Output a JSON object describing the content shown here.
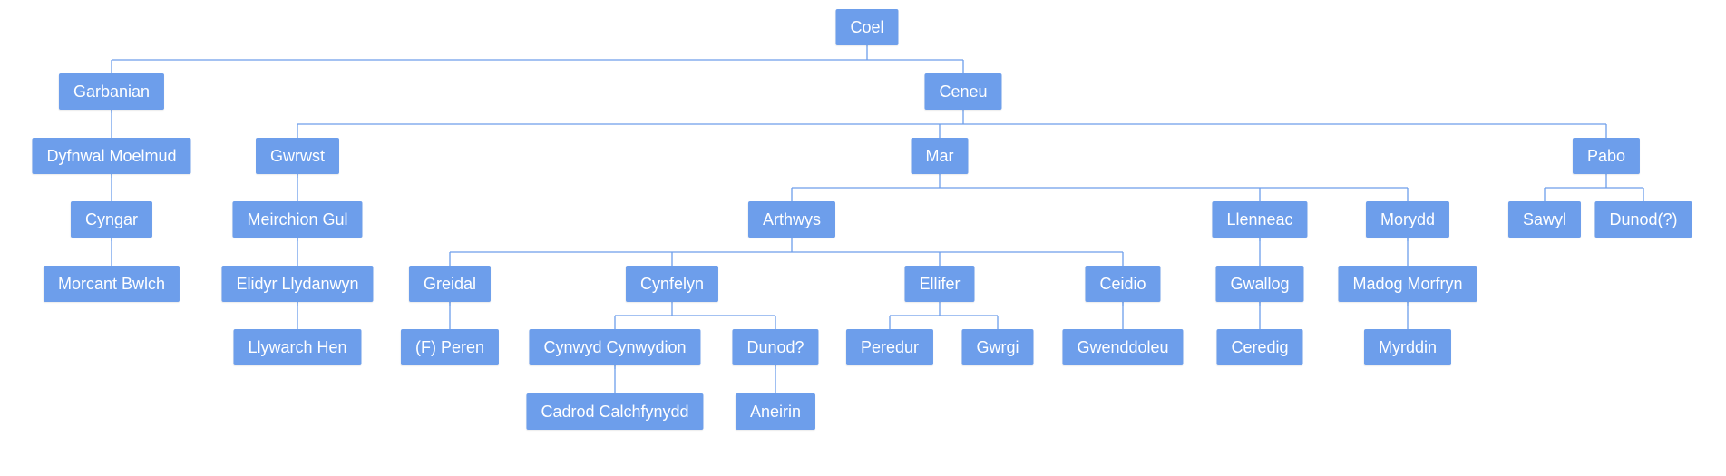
{
  "diagram": {
    "colors": {
      "node_fill": "#6d9eeb",
      "node_text": "#ffffff",
      "connector": "#6d9eeb"
    },
    "nodes": [
      {
        "id": "coel",
        "label": "Coel",
        "parent": null
      },
      {
        "id": "garbanian",
        "label": "Garbanian",
        "parent": "coel"
      },
      {
        "id": "ceneu",
        "label": "Ceneu",
        "parent": "coel"
      },
      {
        "id": "dyfnwal",
        "label": "Dyfnwal Moelmud",
        "parent": "garbanian"
      },
      {
        "id": "cyngar",
        "label": "Cyngar",
        "parent": "dyfnwal"
      },
      {
        "id": "morcant",
        "label": "Morcant Bwlch",
        "parent": "cyngar"
      },
      {
        "id": "gwrwst",
        "label": "Gwrwst",
        "parent": "ceneu"
      },
      {
        "id": "mar",
        "label": "Mar",
        "parent": "ceneu"
      },
      {
        "id": "pabo",
        "label": "Pabo",
        "parent": "ceneu"
      },
      {
        "id": "meirchion",
        "label": "Meirchion Gul",
        "parent": "gwrwst"
      },
      {
        "id": "elidyr",
        "label": "Elidyr Llydanwyn",
        "parent": "meirchion"
      },
      {
        "id": "llywarch",
        "label": "Llywarch Hen",
        "parent": "elidyr"
      },
      {
        "id": "arthwys",
        "label": "Arthwys",
        "parent": "mar"
      },
      {
        "id": "llenneac",
        "label": "Llenneac",
        "parent": "mar"
      },
      {
        "id": "morydd",
        "label": "Morydd",
        "parent": "mar"
      },
      {
        "id": "sawyl",
        "label": "Sawyl",
        "parent": "pabo"
      },
      {
        "id": "dunod2",
        "label": "Dunod(?)",
        "parent": "pabo"
      },
      {
        "id": "greidal",
        "label": "Greidal",
        "parent": "arthwys"
      },
      {
        "id": "cynfelyn",
        "label": "Cynfelyn",
        "parent": "arthwys"
      },
      {
        "id": "ellifer",
        "label": "Ellifer",
        "parent": "arthwys"
      },
      {
        "id": "ceidio",
        "label": "Ceidio",
        "parent": "arthwys"
      },
      {
        "id": "peren",
        "label": "(F) Peren",
        "parent": "greidal"
      },
      {
        "id": "cynwyd",
        "label": "Cynwyd Cynwydion",
        "parent": "cynfelyn"
      },
      {
        "id": "dunod1",
        "label": "Dunod?",
        "parent": "cynfelyn"
      },
      {
        "id": "cadrod",
        "label": "Cadrod Calchfynydd",
        "parent": "cynwyd"
      },
      {
        "id": "aneirin",
        "label": "Aneirin",
        "parent": "dunod1"
      },
      {
        "id": "peredur",
        "label": "Peredur",
        "parent": "ellifer"
      },
      {
        "id": "gwrgi",
        "label": "Gwrgi",
        "parent": "ellifer"
      },
      {
        "id": "gwenddoleu",
        "label": "Gwenddoleu",
        "parent": "ceidio"
      },
      {
        "id": "gwallog",
        "label": "Gwallog",
        "parent": "llenneac"
      },
      {
        "id": "ceredig",
        "label": "Ceredig",
        "parent": "gwallog"
      },
      {
        "id": "madog",
        "label": "Madog Morfryn",
        "parent": "morydd"
      },
      {
        "id": "myrddin",
        "label": "Myrddin",
        "parent": "madog"
      }
    ]
  }
}
